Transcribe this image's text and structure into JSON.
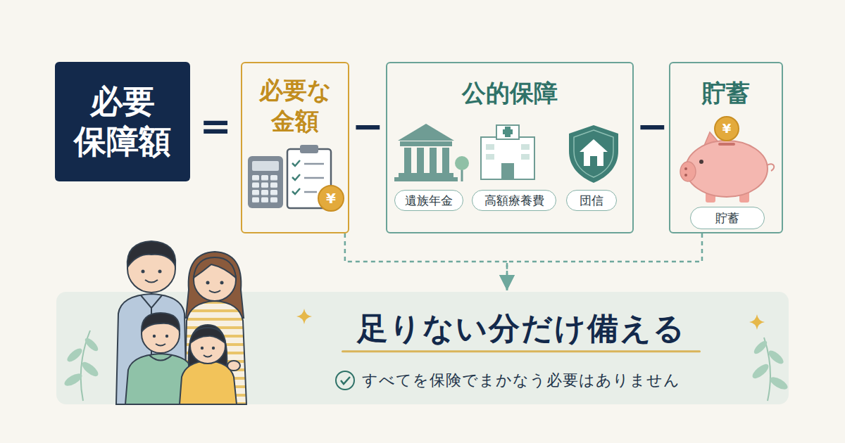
{
  "diagram": {
    "nodes": [
      {
        "text": [
          "必要 保障額"
        ]
      },
      {
        "text": [
          "必要な 金額"
        ]
      },
      {
        "text": [
          "公的保障"
        ]
      },
      {
        "text": [
          "遺族年金"
        ],
        "in": 2
      },
      {
        "text": [
          "高額療養費"
        ],
        "in": 2
      },
      {
        "text": [
          "団信"
        ],
        "in": 2
      },
      {
        "text": [
          "貯蓄"
        ]
      },
      {
        "text": [
          "貯蓄"
        ],
        "in": 6
      },
      {
        "text": [
          "足りない分だけ備える",
          "すべてを保険でまかなう必要はありません"
        ]
      }
    ],
    "edges": [
      {
        "from": 1,
        "to": 8,
        "arrow": "to"
      },
      {
        "from": 6,
        "to": 8,
        "arrow": "to"
      }
    ],
    "labels": [
      "=",
      "−",
      "−",
      "¥",
      "¥"
    ]
  }
}
